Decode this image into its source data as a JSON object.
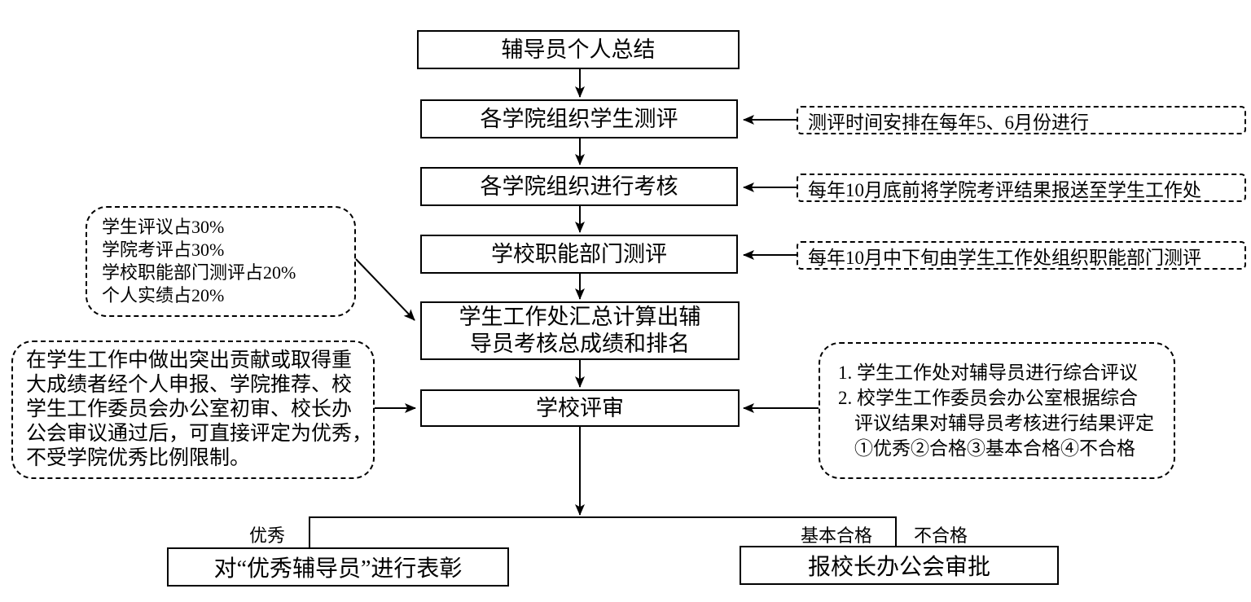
{
  "diagram": {
    "steps": {
      "step1": "辅导员个人总结",
      "step2": "各学院组织学生测评",
      "step3": "各学院组织进行考核",
      "step4": "学校职能部门测评",
      "step5_lines": [
        "学生工作处汇总计算出辅",
        "导员考核总成绩和排名"
      ],
      "step6": "学校评审"
    },
    "outcomes": {
      "excellent_action": "对“优秀辅导员”进行表彰",
      "approval_action": "报校长办公会审批"
    },
    "branch_labels": {
      "excellent": "优秀",
      "basic_pass": "基本合格",
      "fail": "不合格"
    },
    "notes": {
      "timing_note": "测评时间安排在每年5、6月份进行",
      "college_report_note": "每年10月底前将学院考评结果报送至学生工作处",
      "department_note": "每年10月中下旬由学生工作处组织职能部门测评",
      "weight_lines": [
        "学生评议占30%",
        "学院考评占30%",
        "学校职能部门测评占20%",
        "个人实绩占20%"
      ],
      "direct_excellent_lines": [
        "在学生工作中做出突出贡献或取得重",
        "大成绩者经个人申报、学院推荐、校",
        "学生工作委员会办公室初审、校长办",
        "公会审议通过后，可直接评定为优秀，",
        "不受学院优秀比例限制。"
      ],
      "review_lines": [
        "1. 学生工作处对辅导员进行综合评议",
        "2. 校学生工作委员会办公室根据综合",
        "评议结果对辅导员考核进行结果评定",
        "①优秀②合格③基本合格④不合格"
      ]
    }
  },
  "colors": {
    "line": "#000000",
    "background": "#ffffff"
  }
}
